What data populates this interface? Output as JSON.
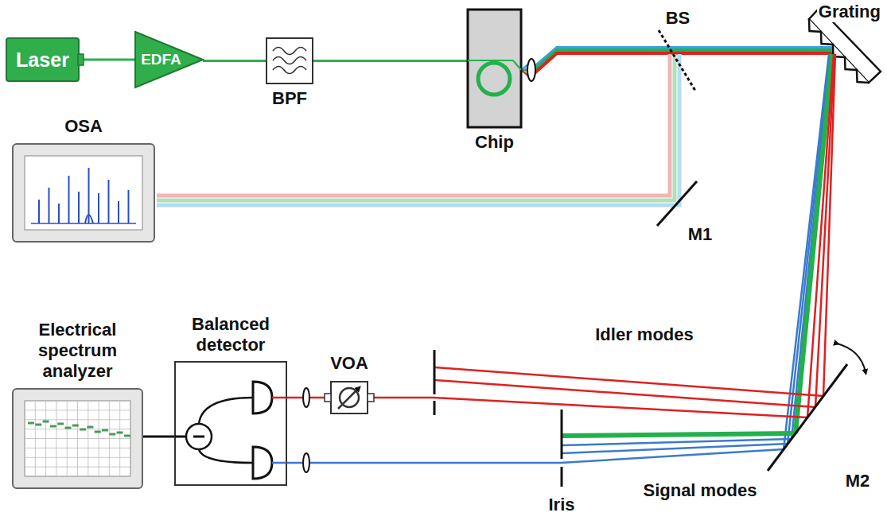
{
  "diagram": {
    "nodes": [
      {
        "text": [
          "Laser"
        ]
      },
      {
        "text": [
          "EDFA"
        ]
      },
      {
        "text": [
          "BPF"
        ]
      },
      {
        "text": [
          "Chip"
        ]
      },
      {
        "text": [
          "OSA"
        ]
      },
      {
        "text": [
          "VOA"
        ]
      },
      {
        "text": [
          "Balanced detector"
        ]
      },
      {
        "text": [
          "Electrical spectrum analyzer"
        ]
      }
    ],
    "edges": [
      {
        "from": 0,
        "to": 1,
        "arrow": "none"
      },
      {
        "from": 1,
        "to": 2,
        "arrow": "none"
      },
      {
        "from": 2,
        "to": 3,
        "arrow": "none"
      },
      {
        "from": 6,
        "to": 7,
        "arrow": "none"
      }
    ],
    "labels": [
      "BS",
      "Grating",
      "M1",
      "M2",
      "Idler modes",
      "Signal modes",
      "Iris"
    ]
  }
}
